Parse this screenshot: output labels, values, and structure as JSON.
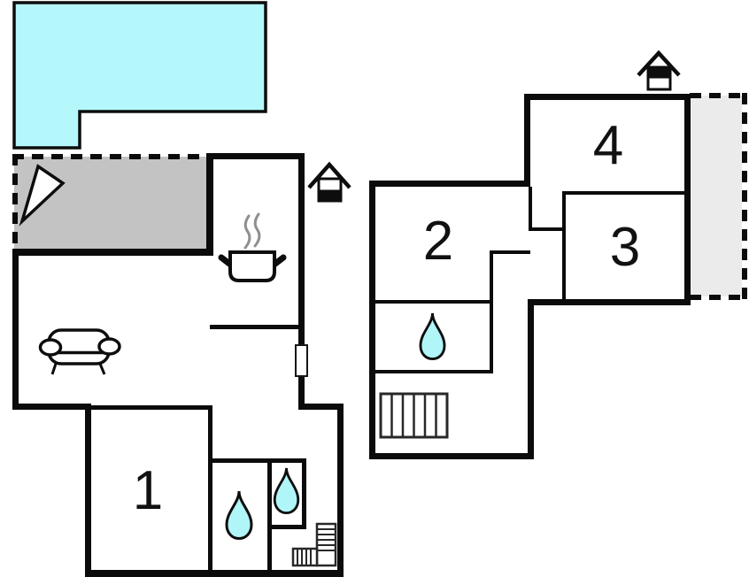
{
  "plan_title": "holiday-home floor plan",
  "colors": {
    "pool": "#b5f8fb",
    "water_drop": "#b0f6f9",
    "terrace": "#c3c3c3",
    "balcony": "#ebebeb",
    "wall": "#0b0b0b",
    "steam": "#8f8f8f"
  },
  "rooms": [
    {
      "label": "1",
      "floor": "ground"
    },
    {
      "label": "2",
      "floor": "upper"
    },
    {
      "label": "3",
      "floor": "upper"
    },
    {
      "label": "4",
      "floor": "upper"
    }
  ],
  "icons": {
    "pool": "swimming-pool",
    "terrace_pointer": "triangle-pointer",
    "sofa": "sofa",
    "stove": "steaming-pot",
    "shower": "water-drop",
    "stairs": "staircase",
    "ground_floor_marker": "house-lower-half-filled",
    "upper_floor_marker": "house-upper-half-filled",
    "door": "door-marker"
  }
}
